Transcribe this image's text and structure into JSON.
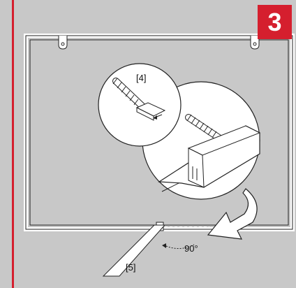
{
  "step": {
    "number": "3"
  },
  "labels": {
    "part_4": "[4]",
    "part_5": "[5]",
    "angle": "90°"
  },
  "colors": {
    "background": "#c8c8c8",
    "border": "#d51f2e",
    "badge": "#d51f2e"
  }
}
